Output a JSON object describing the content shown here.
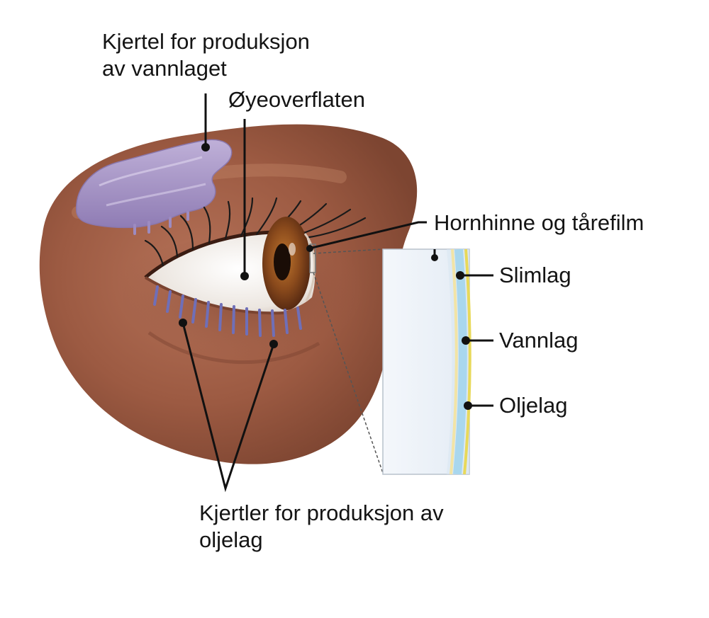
{
  "labels": {
    "lacrimal_gland": [
      "Kjertel for produksjon",
      "av vannlaget"
    ],
    "eye_surface": "Øyeoverflaten",
    "cornea_tear_film": "Hornhinne og tårefilm",
    "mucin_layer": "Slimlag",
    "aqueous_layer": "Vannlag",
    "lipid_layer": "Oljelag",
    "meibomian_glands": [
      "Kjertler for produksjon av",
      "oljelag"
    ]
  },
  "colors": {
    "skin": "#a3634a",
    "skin_light": "#c98b6e",
    "skin_dark": "#7a4330",
    "gland_purple": "#a593c4",
    "meibomian_lines": "#6f6fb8",
    "iris": "#8a4a1c",
    "pupil": "#1a0d06",
    "tear_panel": "#eef3f9",
    "mucin": "#f2e4a6",
    "aqueous": "#a9d7ee",
    "lipid": "#e8d95a",
    "leader_line": "#111111"
  },
  "icons": [
    "lacrimal-gland-shape",
    "eyeball",
    "iris-icon",
    "tear-film-cross-section"
  ]
}
